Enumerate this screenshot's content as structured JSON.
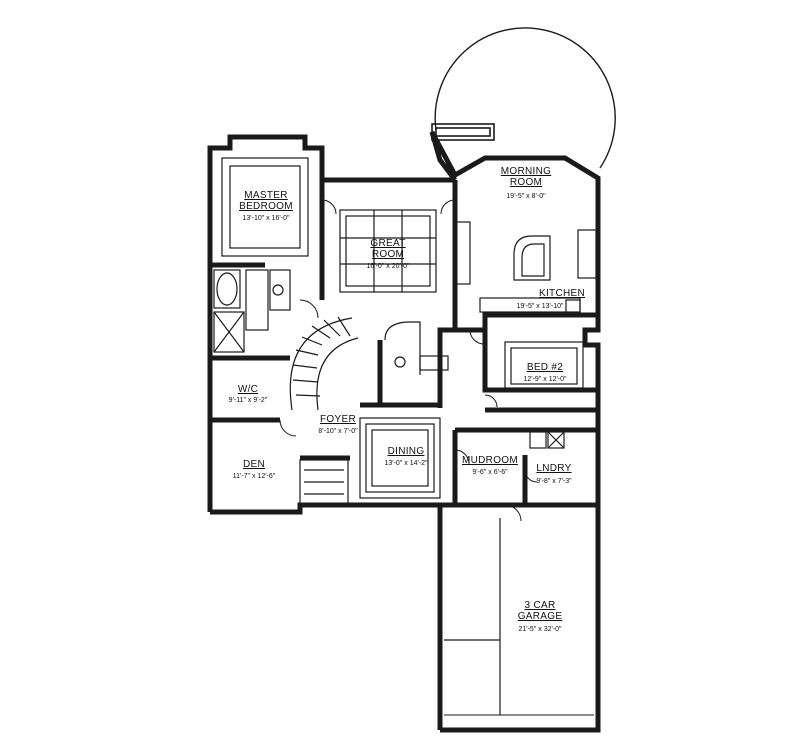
{
  "rooms": {
    "master_bedroom": {
      "name_1": "MASTER",
      "name_2": "BEDROOM",
      "dims": "13'-10\" x 16'-0\""
    },
    "great_room": {
      "name_1": "GREAT",
      "name_2": "ROOM",
      "dims": "16'-0\" x 20'-0\""
    },
    "morning_room": {
      "name_1": "MORNING",
      "name_2": "ROOM",
      "dims": "19'-5\" x 8'-0\""
    },
    "kitchen": {
      "name": "KITCHEN",
      "dims": "19'-5\" x 13'-10\""
    },
    "bed_2": {
      "name": "BED #2",
      "dims": "12'-9\" x 12'-0\""
    },
    "wic": {
      "name": "W/C",
      "dims": "9'-11\" x 9'-2\""
    },
    "foyer": {
      "name": "FOYER",
      "dims": "8'-10\" x 7'-0\""
    },
    "den": {
      "name": "DEN",
      "dims": "11'-7\" x 12'-6\""
    },
    "dining": {
      "name": "DINING",
      "dims": "13'-0\" x 14'-2\""
    },
    "mudroom": {
      "name": "MUDROOM",
      "dims": "9'-6\" x 6'-6\""
    },
    "laundry": {
      "name": "LNDRY",
      "dims": "9'-8\" x 7'-3\""
    },
    "garage": {
      "name_1": "3 CAR",
      "name_2": "GARAGE",
      "dims": "21'-5\" x 32'-0\""
    }
  }
}
